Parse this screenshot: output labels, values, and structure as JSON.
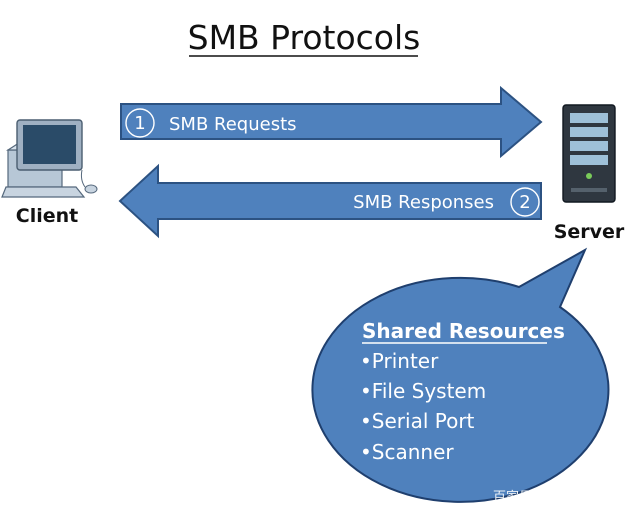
{
  "title": "SMB Protocols",
  "requests": {
    "number": "1",
    "label": "SMB Requests"
  },
  "responses": {
    "number": "2",
    "label": "SMB Responses"
  },
  "client": {
    "label": "Client"
  },
  "server": {
    "label": "Server"
  },
  "resources": {
    "heading": "Shared Resources",
    "items": [
      "•Printer",
      "•File System",
      "•Serial Port",
      "•Scanner"
    ]
  },
  "watermark": "百家号",
  "colors": {
    "arrow_fill": "#4f81bd",
    "arrow_stroke": "#2c5282",
    "bubble_fill": "#4f81bd",
    "bubble_stroke": "#1f3f6e",
    "text_dark": "#111111"
  }
}
